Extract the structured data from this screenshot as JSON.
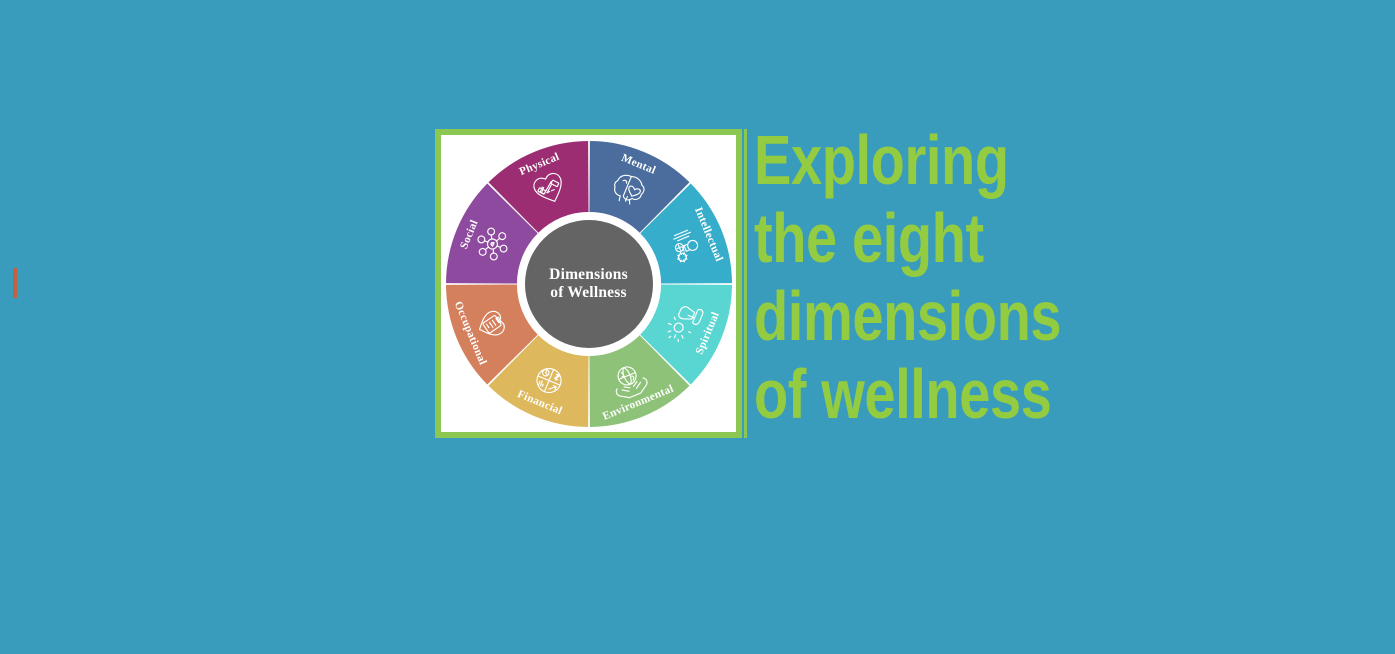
{
  "slide": {
    "background_color": "#3a9cbc",
    "accent_green": "#8cc751",
    "headline_color": "#93cc40",
    "caret_color": "#c2603f"
  },
  "headline": {
    "full_text": "Exploring the eight dimensions of wellness",
    "lines": [
      "Exploring",
      "the eight",
      "dimensions",
      "of wellness"
    ]
  },
  "wheel": {
    "center_title_line1": "Dimensions",
    "center_title_line2": "of Wellness",
    "center_color": "#646464",
    "ring_color": "#ffffff",
    "card_border_color": "#8cc751",
    "card_background": "#ffffff",
    "segments": [
      {
        "label": "Mental",
        "color": "#4a6d9e",
        "icon": "brain-icon",
        "start_angle": -90,
        "end_angle": -45
      },
      {
        "label": "Intellectual",
        "color": "#36aecb",
        "icon": "lightbulb-gear-icon",
        "start_angle": -45,
        "end_angle": 0
      },
      {
        "label": "Spiritual",
        "color": "#5ad6d2",
        "icon": "meditation-sun-icon",
        "start_angle": 0,
        "end_angle": 45
      },
      {
        "label": "Environmental",
        "color": "#8dc278",
        "icon": "globe-hands-icon",
        "start_angle": 45,
        "end_angle": 90
      },
      {
        "label": "Financial",
        "color": "#ddb85c",
        "icon": "pie-chart-money-icon",
        "start_angle": 90,
        "end_angle": 135
      },
      {
        "label": "Occupational",
        "color": "#d4805c",
        "icon": "briefcase-clipboard-icon",
        "start_angle": 135,
        "end_angle": 180
      },
      {
        "label": "Social",
        "color": "#8e4a9e",
        "icon": "network-people-icon",
        "start_angle": 180,
        "end_angle": 225
      },
      {
        "label": "Physical",
        "color": "#9c2d72",
        "icon": "heart-dumbbell-icon",
        "start_angle": 225,
        "end_angle": 270
      }
    ]
  }
}
